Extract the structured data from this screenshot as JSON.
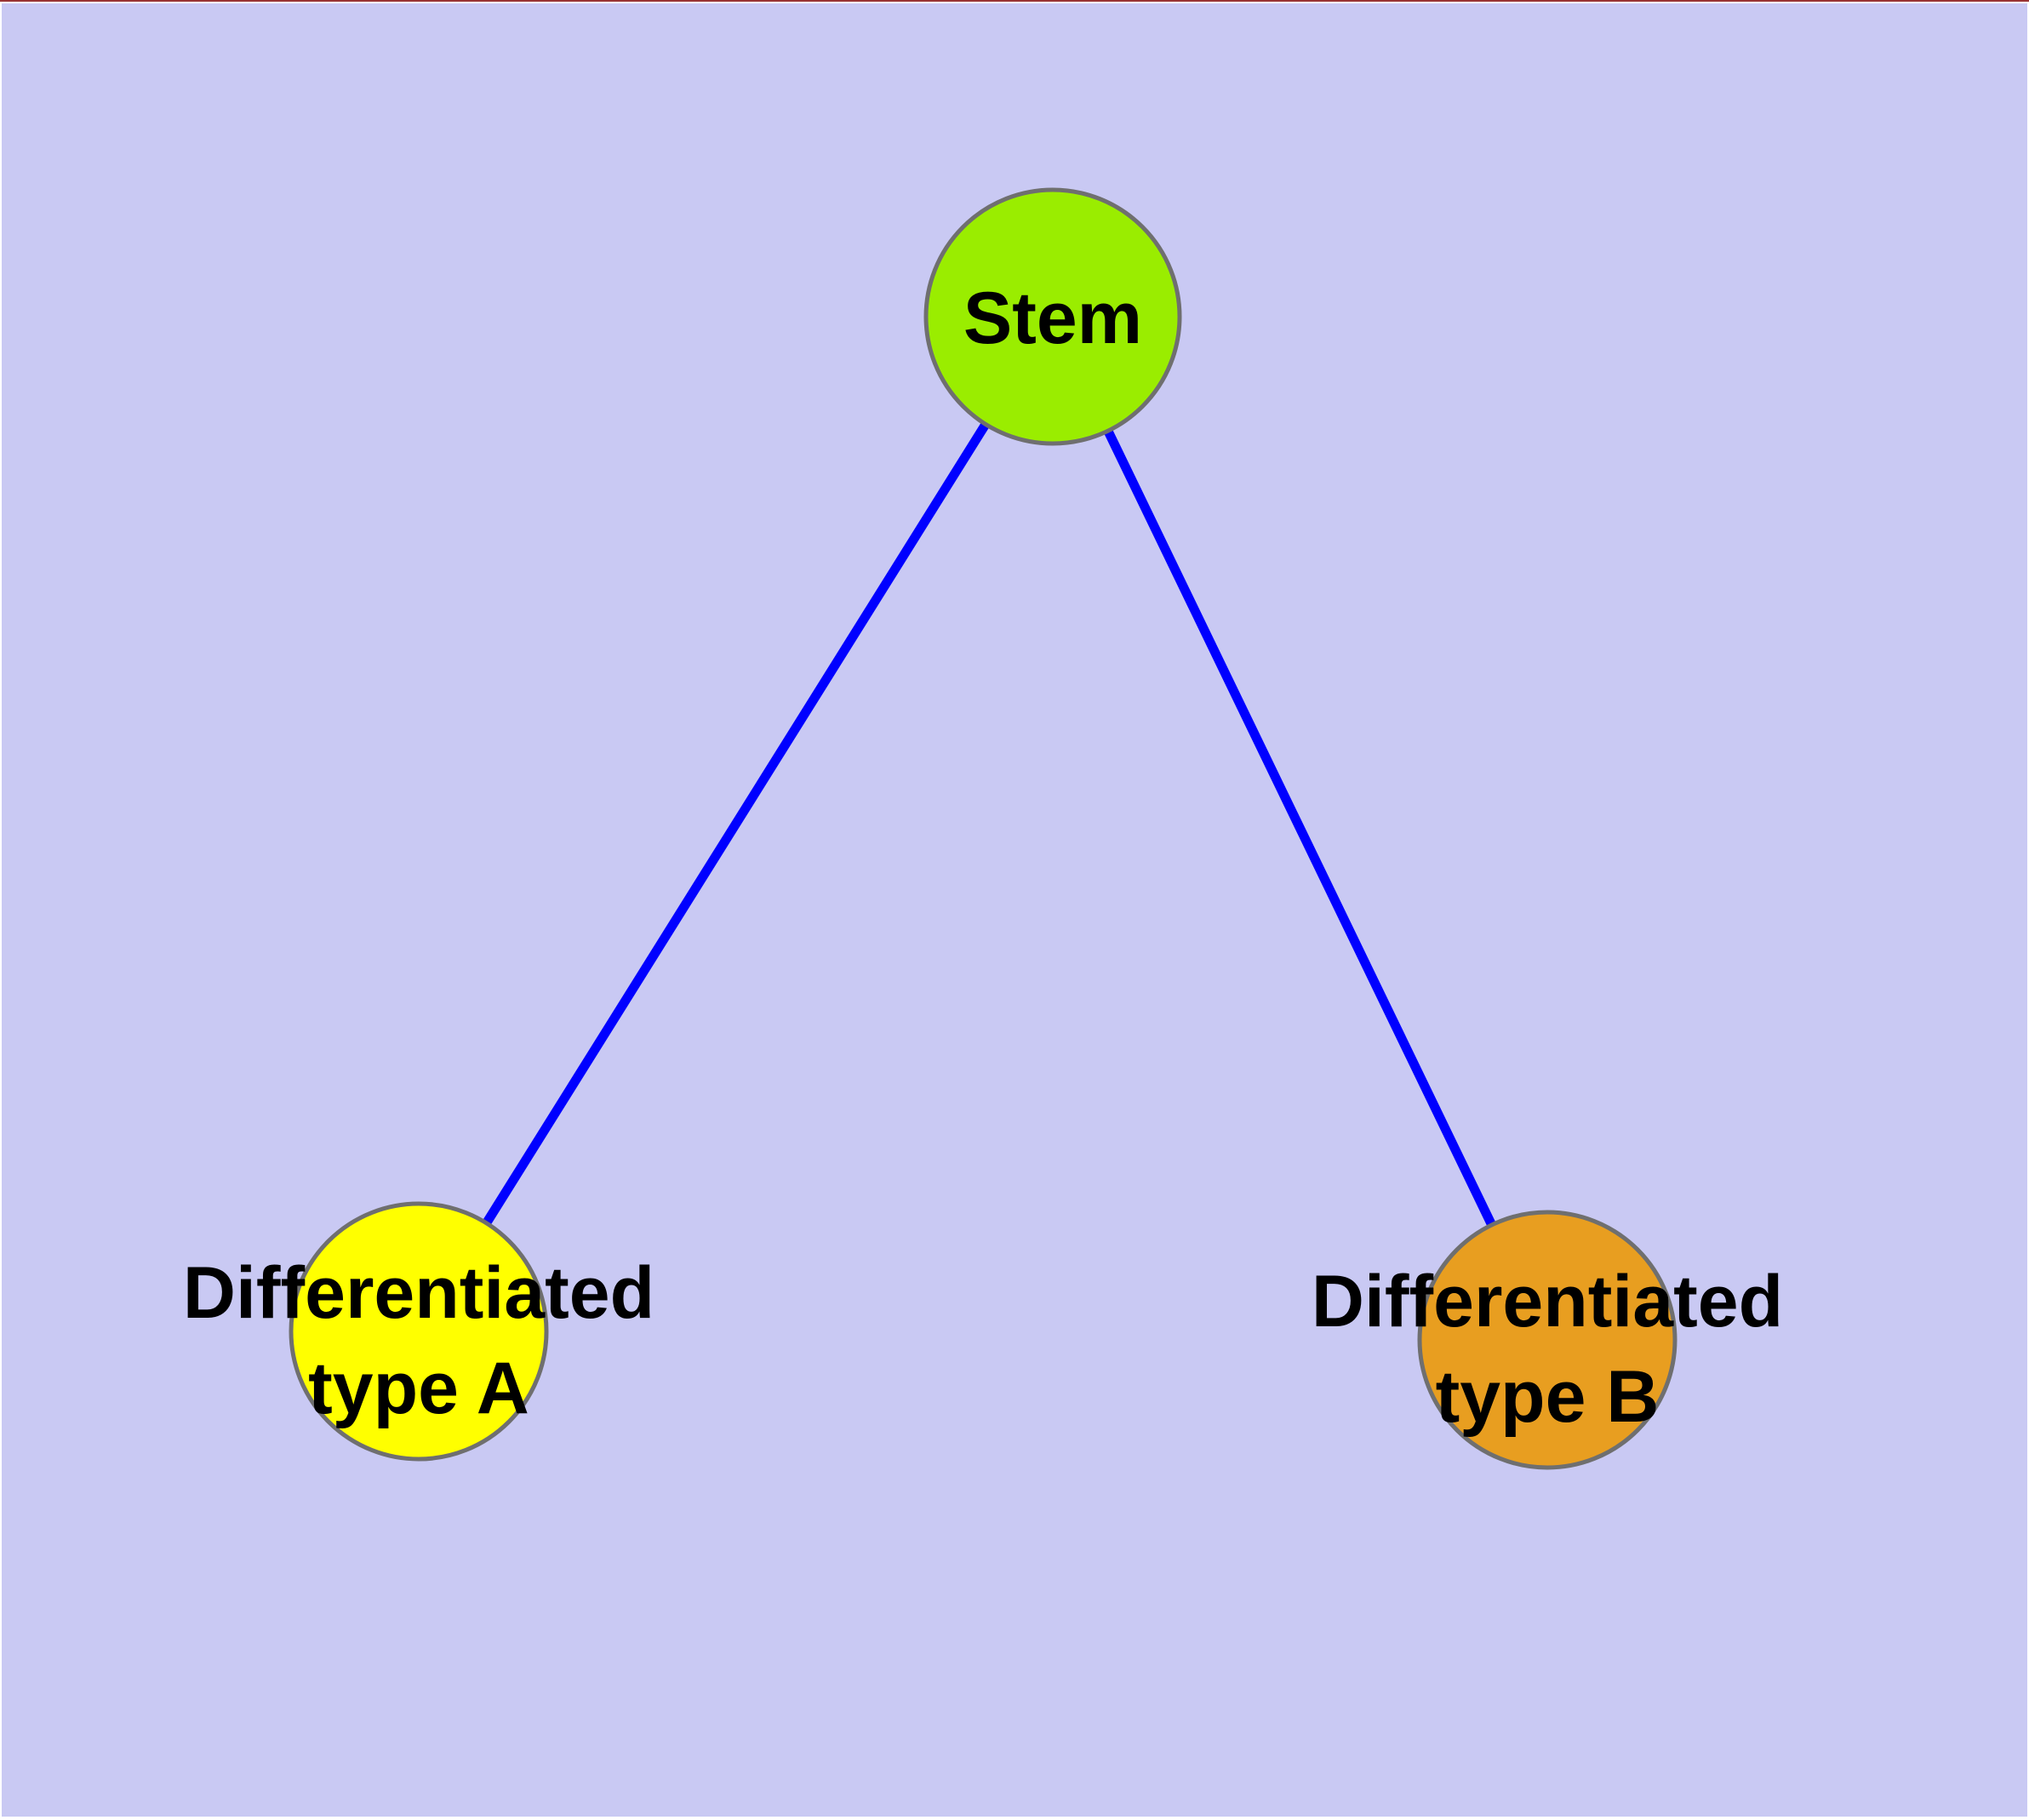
{
  "diagram": {
    "background_color": "#c9c9f3",
    "margin_color": "#ffffff",
    "top_edge_line_color": "#993333",
    "edge_color": "#0000ff",
    "node_border_color": "#6f6f6f",
    "text_color": "#000000",
    "nodes": [
      {
        "id": "stem",
        "label": "Stem",
        "label_line1": "Stem",
        "label_line2": "",
        "fill": "#9aed00"
      },
      {
        "id": "type-a",
        "label": "Differentiated type A",
        "label_line1": "Differentiated",
        "label_line2": "type A",
        "fill": "#ffff00"
      },
      {
        "id": "type-b",
        "label": "Differentiated type B",
        "label_line1": "Differentiated",
        "label_line2": "type B",
        "fill": "#e89e20"
      }
    ],
    "edges": [
      {
        "from": "Stem",
        "to": "Differentiated type A"
      },
      {
        "from": "Stem",
        "to": "Differentiated type B"
      }
    ]
  }
}
